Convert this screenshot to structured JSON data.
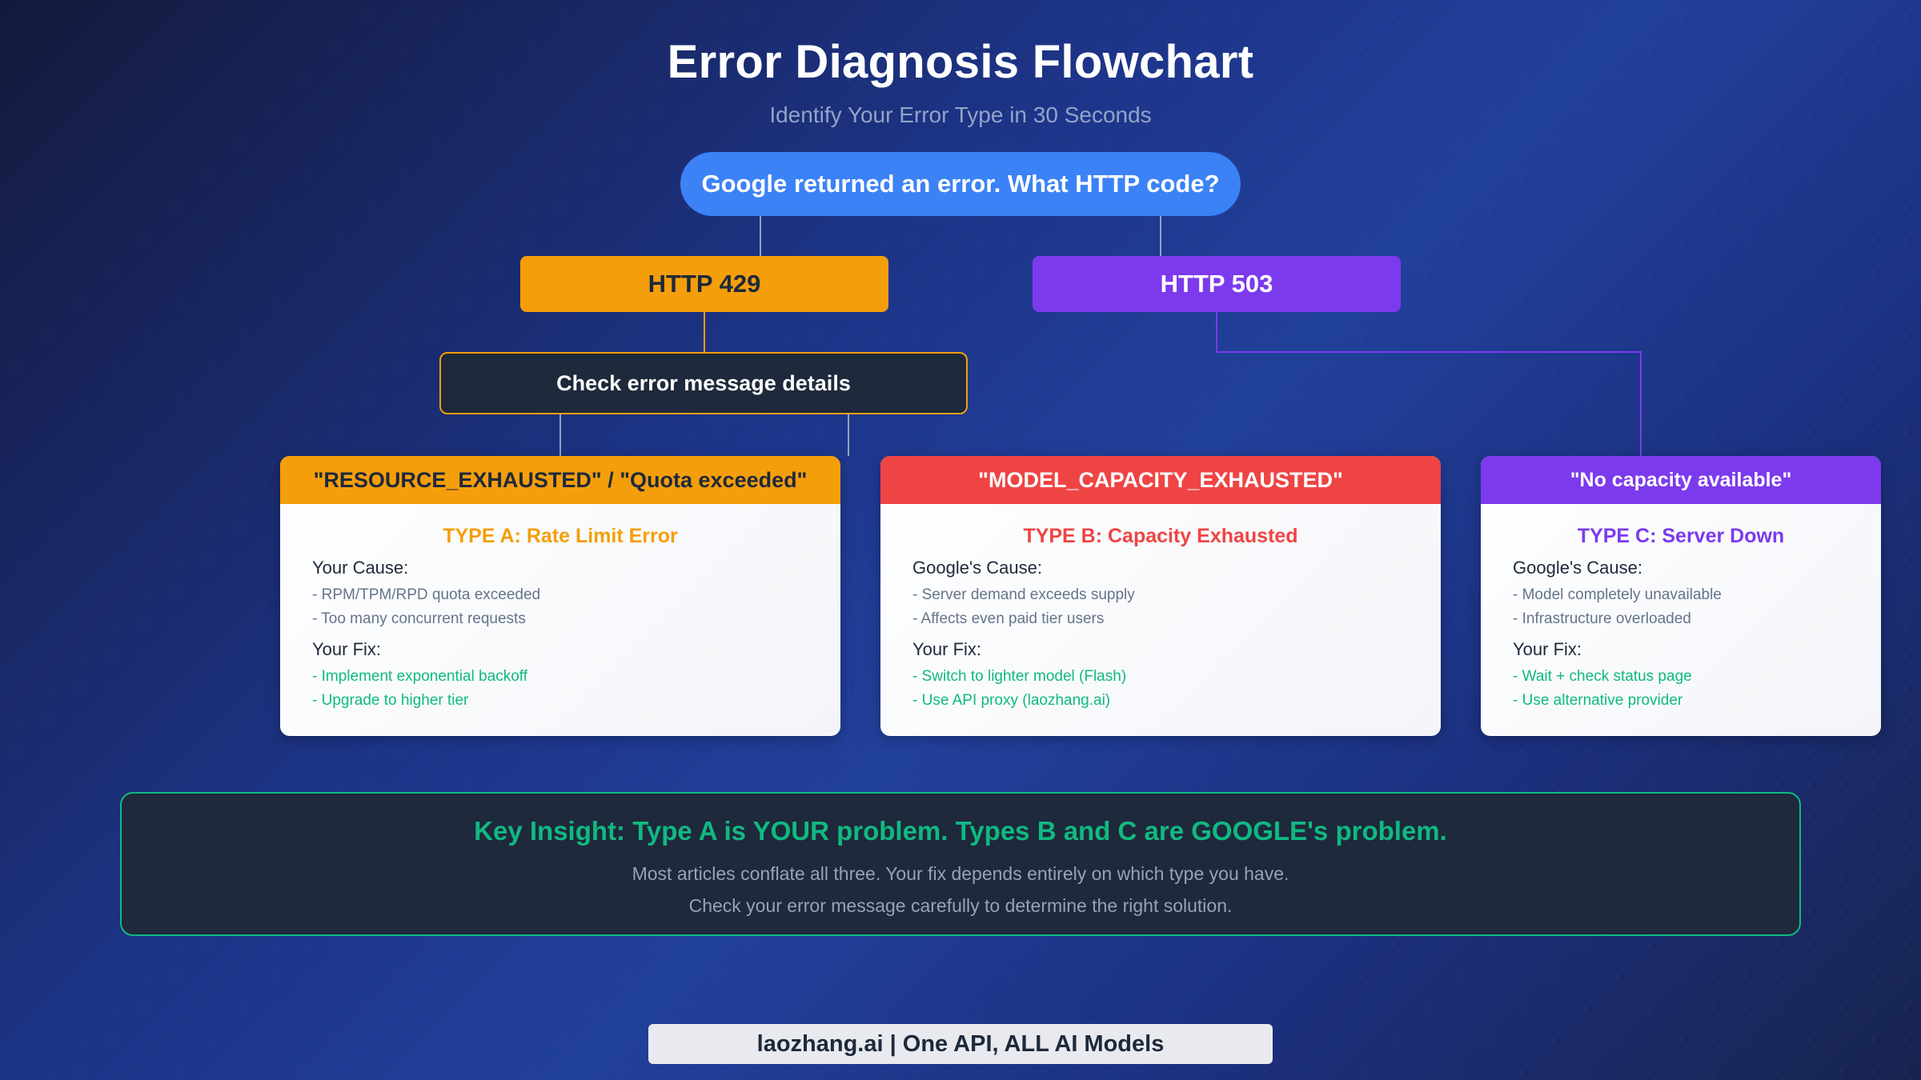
{
  "header": {
    "title": "Error Diagnosis Flowchart",
    "subtitle": "Identify Your Error Type in 30 Seconds"
  },
  "flow": {
    "start_question": "Google returned an error. What HTTP code?",
    "code_429": "HTTP 429",
    "code_503": "HTTP 503",
    "check_step": "Check error message details"
  },
  "cards": [
    {
      "message": "\"RESOURCE_EXHAUSTED\" / \"Quota exceeded\"",
      "type_title": "TYPE A: Rate Limit Error",
      "cause_label": "Your Cause:",
      "causes": [
        "- RPM/TPM/RPD quota exceeded",
        "- Too many concurrent requests"
      ],
      "fix_label": "Your Fix:",
      "fixes": [
        "- Implement exponential backoff",
        "- Upgrade to higher tier"
      ]
    },
    {
      "message": "\"MODEL_CAPACITY_EXHAUSTED\"",
      "type_title": "TYPE B: Capacity Exhausted",
      "cause_label": "Google's Cause:",
      "causes": [
        "- Server demand exceeds supply",
        "- Affects even paid tier users"
      ],
      "fix_label": "Your Fix:",
      "fixes": [
        "- Switch to lighter model (Flash)",
        "- Use API proxy (laozhang.ai)"
      ]
    },
    {
      "message": "\"No capacity available\"",
      "type_title": "TYPE C: Server Down",
      "cause_label": "Google's Cause:",
      "causes": [
        "- Model completely unavailable",
        "- Infrastructure overloaded"
      ],
      "fix_label": "Your Fix:",
      "fixes": [
        "- Wait + check status page",
        "- Use alternative provider"
      ]
    }
  ],
  "insight": {
    "title": "Key Insight: Type A is YOUR problem. Types B and C are GOOGLE's problem.",
    "line1": "Most articles conflate all three. Your fix depends entirely on which type you have.",
    "line2": "Check your error message carefully to determine the right solution."
  },
  "footer": {
    "text": "laozhang.ai | One API, ALL AI Models"
  },
  "colors": {
    "start": "#3b82f6",
    "type_a": "#f59e0b",
    "type_b": "#ef4444",
    "type_c": "#7c3aed",
    "insight": "#10b981"
  }
}
